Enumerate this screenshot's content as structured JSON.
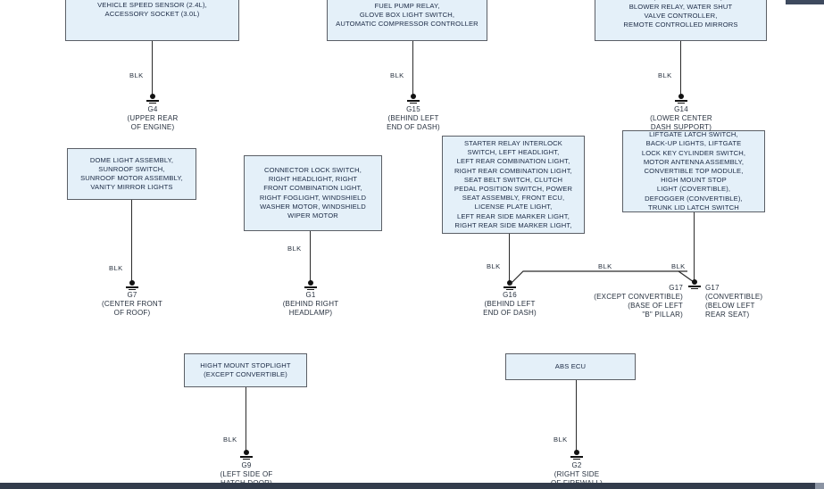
{
  "diagram": {
    "title": "Ground Distribution Wiring Diagram",
    "wire_color_default": "BLK",
    "colors": {
      "box_fill": "#e4f0f9",
      "box_border": "#5b5f66",
      "wire": "#2b2b2b",
      "text": "#1b2a45"
    }
  },
  "boxes": [
    {
      "id": "box-vehicle-speed-sensor",
      "text": "VEHICLE SPEED SENSOR (2.4L),\nACCESSORY SOCKET (3.0L)"
    },
    {
      "id": "box-fuel-pump-relay",
      "text": "FUEL PUMP RELAY,\nGLOVE BOX LIGHT SWITCH,\nAUTOMATIC COMPRESSOR CONTROLLER"
    },
    {
      "id": "box-ecu-immobilizer",
      "text": "ECU, IMMOBILIZER ECU,\nBLOWER RELAY, WATER SHUT\nVALVE CONTROLLER,\nREMOTE CONTROLLED MIRRORS"
    },
    {
      "id": "box-dome-light",
      "text": "DOME LIGHT ASSEMBLY,\nSUNROOF SWITCH,\nSUNROOF MOTOR ASSEMBLY,\nVANITY MIRROR LIGHTS"
    },
    {
      "id": "box-connector-lock-switch",
      "text": "CONNECTOR LOCK SWITCH,\nRIGHT HEADLIGHT, RIGHT\nFRONT COMBINATION LIGHT,\nRIGHT FOGLIGHT, WINDSHIELD\nWASHER MOTOR, WINDSHIELD\nWIPER MOTOR"
    },
    {
      "id": "box-starter-relay-interlock",
      "text": "STARTER RELAY INTERLOCK\nSWITCH, LEFT HEADLIGHT,\nLEFT REAR COMBINATION LIGHT,\nRIGHT REAR COMBINATION LIGHT,\nSEAT BELT SWITCH, CLUTCH\nPEDAL POSITION SWITCH, POWER\nSEAT ASSEMBLY, FRONT ECU,\nLICENSE PLATE LIGHT,\nLEFT REAR SIDE MARKER LIGHT,\nRIGHT REAR SIDE MARKER LIGHT,"
    },
    {
      "id": "box-liftgate-latch-switch",
      "text": "LIFTGATE LATCH SWITCH,\nBACK-UP LIGHTS, LIFTGATE\nLOCK KEY CYLINDER SWITCH,\nMOTOR ANTENNA ASSEMBLY,\nCONVERTIBLE TOP MODULE,\nHIGH MOUNT STOP\nLIGHT (COVERTIBLE),\nDEFOGGER (CONVERTIBLE),\nTRUNK LID LATCH SWITCH"
    },
    {
      "id": "box-high-mount-stoplight",
      "text": "HIGHT MOUNT STOPLIGHT\n(EXCEPT CONVERTIBLE)"
    },
    {
      "id": "box-abs-ecu",
      "text": "ABS ECU"
    }
  ],
  "grounds": [
    {
      "id": "g4",
      "name": "G4",
      "location": "(UPPER REAR\nOF ENGINE)"
    },
    {
      "id": "g15",
      "name": "G15",
      "location": "(BEHIND LEFT\nEND OF DASH)"
    },
    {
      "id": "g14",
      "name": "G14",
      "location": "(LOWER CENTER\nDASH SUPPORT)"
    },
    {
      "id": "g7",
      "name": "G7",
      "location": "(CENTER FRONT\nOF ROOF)"
    },
    {
      "id": "g1",
      "name": "G1",
      "location": "(BEHIND RIGHT\nHEADLAMP)"
    },
    {
      "id": "g16",
      "name": "G16",
      "location": "(BEHIND LEFT\nEND OF DASH)"
    },
    {
      "id": "g17a",
      "name": "G17",
      "location": "(EXCEPT CONVERTIBLE)\n(BASE OF LEFT\n\"B\" PILLAR)"
    },
    {
      "id": "g17b",
      "name": "G17",
      "location": "(CONVERTIBLE)\n(BELOW LEFT\nREAR SEAT)"
    },
    {
      "id": "g9",
      "name": "G9",
      "location": "(LEFT SIDE OF\nHATCH DOOR)"
    },
    {
      "id": "g2",
      "name": "G2",
      "location": "(RIGHT SIDE\nOF FIREWALL)"
    }
  ],
  "wire_labels": [
    {
      "id": "w-g4",
      "text": "BLK"
    },
    {
      "id": "w-g15",
      "text": "BLK"
    },
    {
      "id": "w-g14",
      "text": "BLK"
    },
    {
      "id": "w-g7",
      "text": "BLK"
    },
    {
      "id": "w-g1",
      "text": "BLK"
    },
    {
      "id": "w-g16",
      "text": "BLK"
    },
    {
      "id": "w-mid",
      "text": "BLK"
    },
    {
      "id": "w-g17",
      "text": "BLK"
    },
    {
      "id": "w-g9",
      "text": "BLK"
    },
    {
      "id": "w-g2",
      "text": "BLK"
    }
  ]
}
